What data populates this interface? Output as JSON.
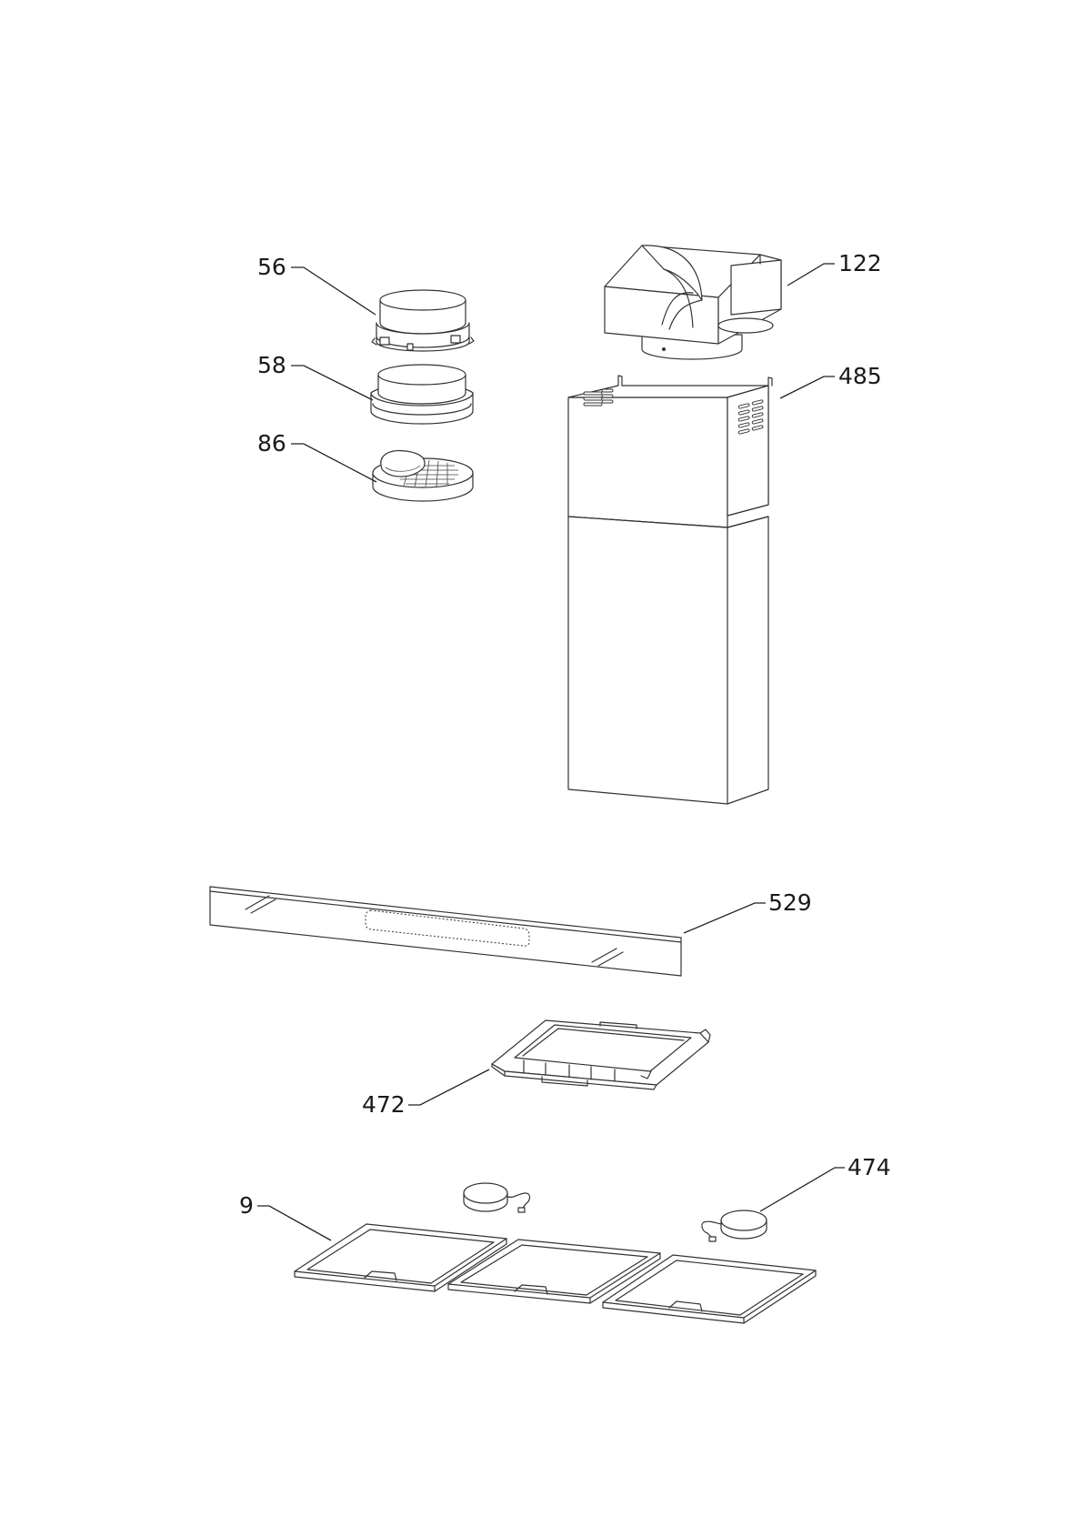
{
  "parts": [
    {
      "id": "part-56",
      "number": "56"
    },
    {
      "id": "part-58",
      "number": "58"
    },
    {
      "id": "part-86",
      "number": "86"
    },
    {
      "id": "part-122",
      "number": "122"
    },
    {
      "id": "part-485",
      "number": "485"
    },
    {
      "id": "part-529",
      "number": "529"
    },
    {
      "id": "part-472",
      "number": "472"
    },
    {
      "id": "part-9",
      "number": "9"
    },
    {
      "id": "part-474",
      "number": "474"
    }
  ]
}
